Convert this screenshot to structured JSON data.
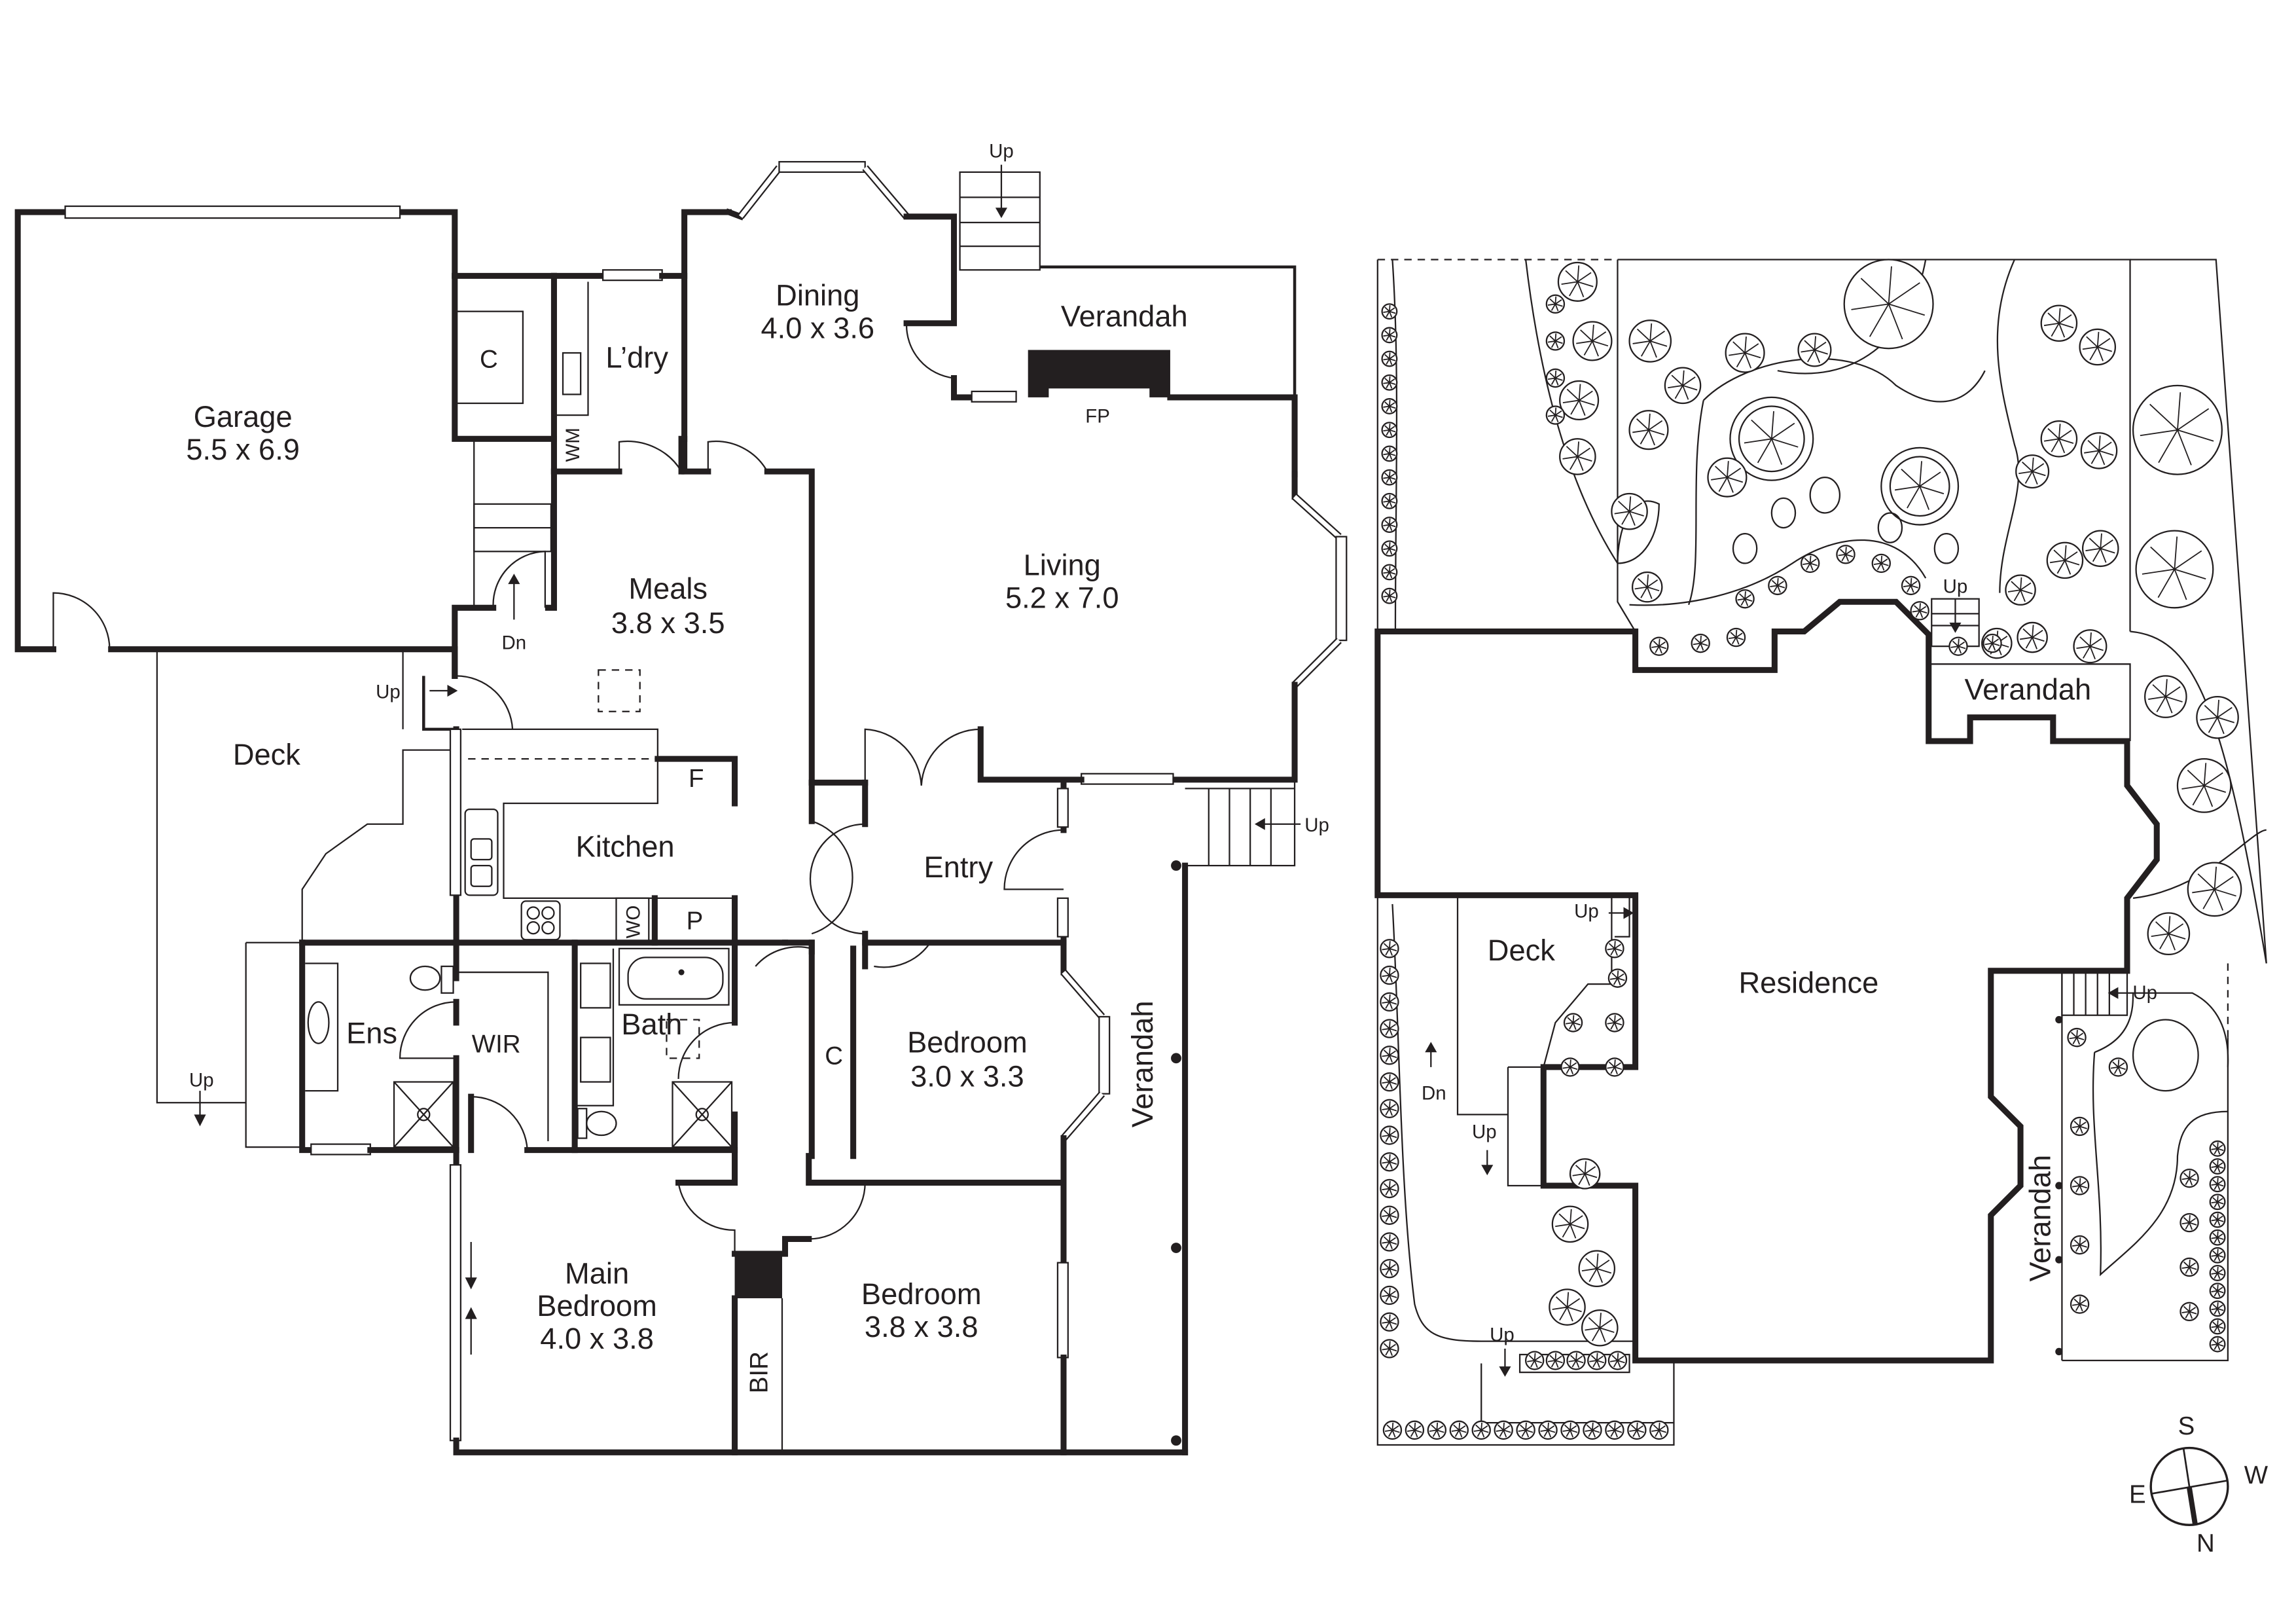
{
  "floorplan": {
    "rooms": [
      {
        "id": "garage",
        "name": "Garage",
        "dims": "5.5 x 6.9"
      },
      {
        "id": "laundry",
        "name": "L’dry",
        "dims": ""
      },
      {
        "id": "dining",
        "name": "Dining",
        "dims": "4.0 x 3.6"
      },
      {
        "id": "verandah_top",
        "name": "Verandah",
        "dims": ""
      },
      {
        "id": "meals",
        "name": "Meals",
        "dims": "3.8 x 3.5"
      },
      {
        "id": "living",
        "name": "Living",
        "dims": "5.2 x 7.0"
      },
      {
        "id": "deck",
        "name": "Deck",
        "dims": ""
      },
      {
        "id": "kitchen",
        "name": "Kitchen",
        "dims": ""
      },
      {
        "id": "entry",
        "name": "Entry",
        "dims": ""
      },
      {
        "id": "ensuite",
        "name": "Ens",
        "dims": ""
      },
      {
        "id": "wir",
        "name": "WIR",
        "dims": ""
      },
      {
        "id": "bath",
        "name": "Bath",
        "dims": ""
      },
      {
        "id": "bedroom2",
        "name": "Bedroom",
        "dims": "3.0 x 3.3"
      },
      {
        "id": "main_bedroom",
        "name_line1": "Main",
        "name_line2": "Bedroom",
        "dims": "4.0 x 3.8"
      },
      {
        "id": "bedroom3",
        "name": "Bedroom",
        "dims": "3.8 x 3.8"
      },
      {
        "id": "verandah_side",
        "name": "Verandah",
        "dims": ""
      }
    ],
    "fixtures": {
      "cupboard_garage": "C",
      "washing_machine": "WM",
      "fireplace": "FP",
      "fridge": "F",
      "wall_oven": "WO",
      "pantry": "P",
      "linen_cupboard": "C",
      "built_in_robe": "BIR"
    },
    "stairs": {
      "up": "Up",
      "down": "Dn"
    }
  },
  "siteplan": {
    "residence": "Residence",
    "verandah_north": "Verandah",
    "verandah_side": "Verandah",
    "deck": "Deck",
    "stairs_up": "Up",
    "stairs_down": "Dn"
  },
  "compass": {
    "north": "N",
    "south": "S",
    "east": "E",
    "west": "W"
  }
}
